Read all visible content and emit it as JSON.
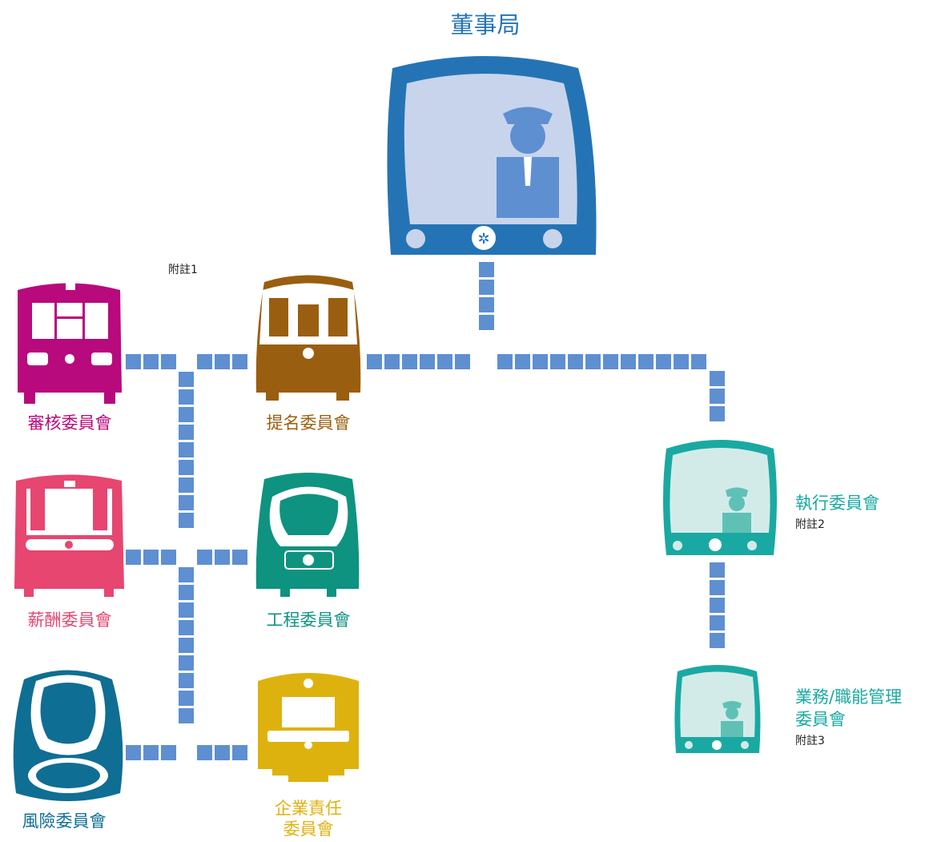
{
  "diagram": {
    "board": {
      "label": "董事局",
      "color": "#2474b5",
      "window": "#c8d4ec"
    },
    "committees": [
      {
        "id": "audit",
        "label": "審核委員會",
        "color": "#b8097d"
      },
      {
        "id": "nomination",
        "label": "提名委員會",
        "color": "#9a5e10"
      },
      {
        "id": "remuneration",
        "label": "薪酬委員會",
        "color": "#e64670"
      },
      {
        "id": "capital-works",
        "label": "工程委員會",
        "color": "#0e9380"
      },
      {
        "id": "risk",
        "label": "風險委員會",
        "color": "#0f6e93"
      },
      {
        "id": "csr",
        "label_line1": "企業責任",
        "label_line2": "委員會",
        "color": "#deb20e"
      },
      {
        "id": "executive",
        "label": "執行委員會",
        "note": "附註2",
        "color": "#1aa9a2",
        "window": "#d2ebe9"
      },
      {
        "id": "functional",
        "label_line1": "業務/職能管理",
        "label_line2": "委員會",
        "note": "附註3",
        "color": "#1aa9a2",
        "window": "#d2ebe9"
      }
    ],
    "note1": "附註1",
    "track_color": "#5e8fd1"
  }
}
